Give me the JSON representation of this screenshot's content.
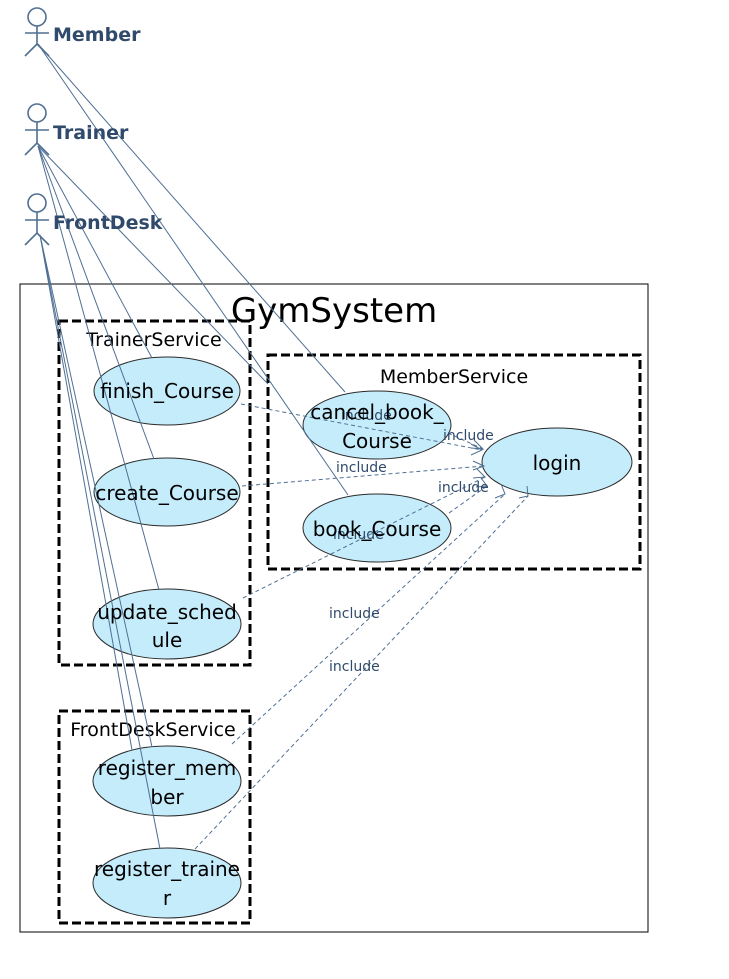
{
  "actors": {
    "member": "Member",
    "trainer": "Trainer",
    "frontdesk": "FrontDesk"
  },
  "system": {
    "title": "GymSystem"
  },
  "packages": {
    "trainer": "TrainerService",
    "member": "MemberService",
    "frontdesk": "FrontDeskService"
  },
  "usecases": {
    "finish_course": [
      "finish_Course"
    ],
    "create_course": [
      "create_Course"
    ],
    "update_schedule": [
      "update_sched",
      "ule"
    ],
    "cancel_book": [
      "cancel_book_",
      "Course"
    ],
    "book_course": [
      "book_Course"
    ],
    "login": [
      "login"
    ],
    "register_member": [
      "register_mem",
      "ber"
    ],
    "register_trainer": [
      "register_traine",
      "r"
    ]
  },
  "relations": {
    "include_label": "include",
    "include_count": 7
  },
  "colors": {
    "usecase_fill": "#c4ecfb",
    "line": "#4f6f93",
    "actor_text": "#2f4a6b"
  }
}
